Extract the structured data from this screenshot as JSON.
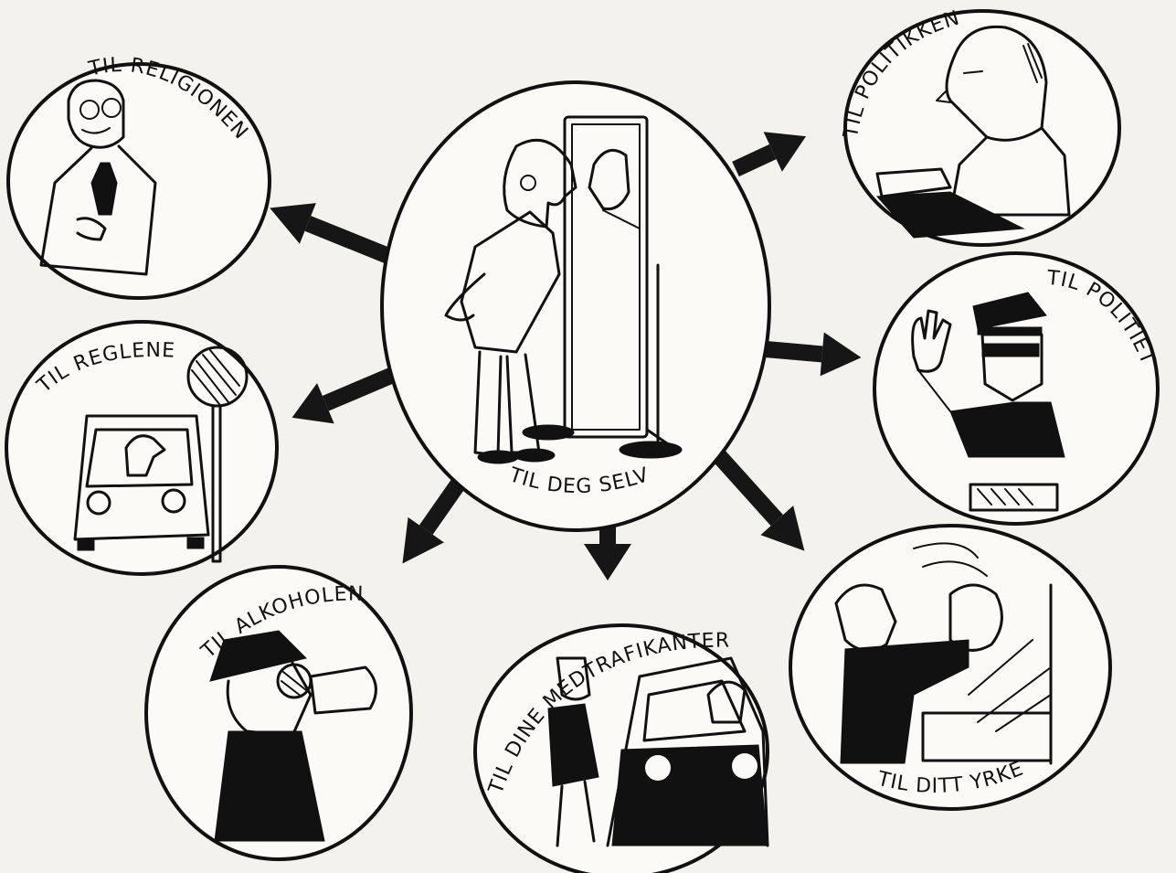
{
  "center": {
    "label": "TIL DEG SELV"
  },
  "nodes": [
    {
      "id": "religionen",
      "label": "TIL RELIGIONEN"
    },
    {
      "id": "politikken",
      "label": "TIL POLITIKKEN"
    },
    {
      "id": "reglene",
      "label": "TIL REGLENE"
    },
    {
      "id": "politiet",
      "label": "TIL POLITIET"
    },
    {
      "id": "alkoholen",
      "label": "TIL ALKOHOLEN"
    },
    {
      "id": "medtrafikanter",
      "label": "TIL DINE MEDTRAFIKANTER"
    },
    {
      "id": "yrke",
      "label": "TIL DITT YRKE"
    }
  ],
  "colors": {
    "ink": "#111111",
    "paper": "#fbfaf6",
    "background": "#f4f2ec"
  }
}
